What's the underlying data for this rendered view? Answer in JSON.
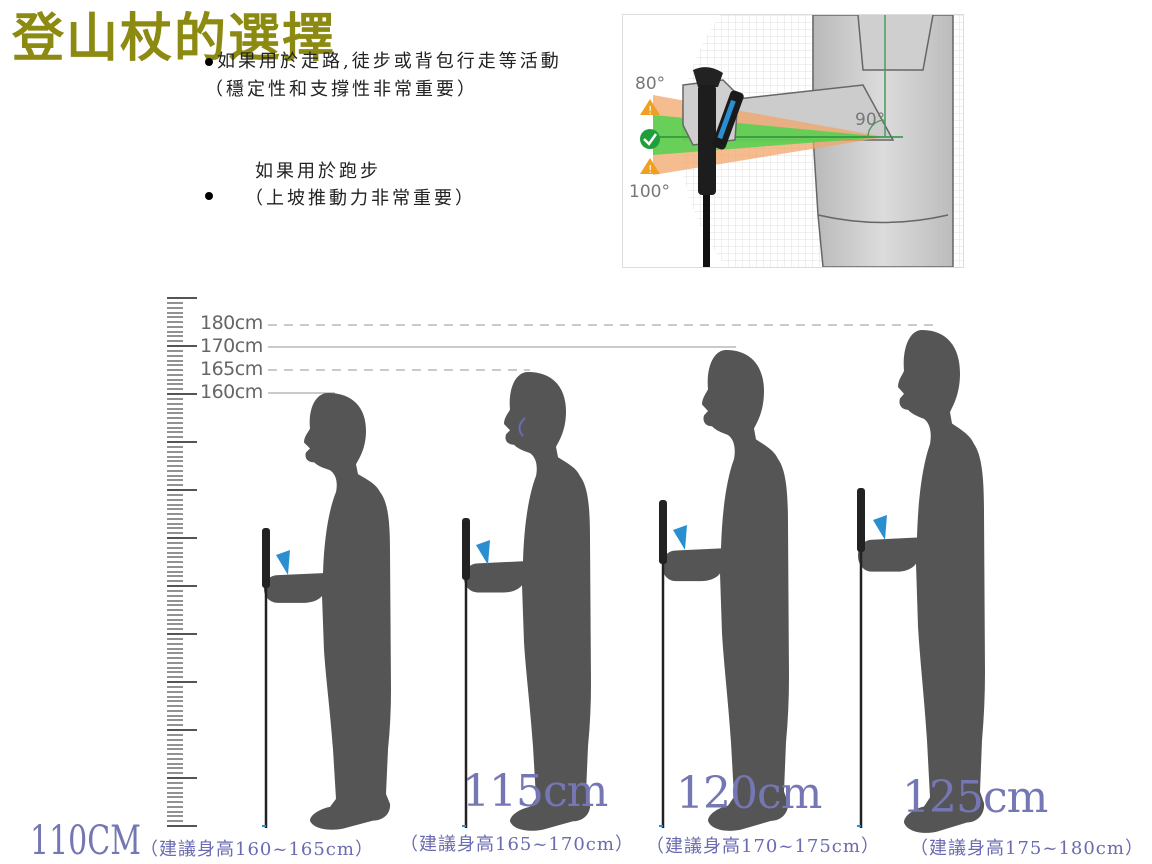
{
  "title": "登山杖的選擇",
  "bullets": [
    {
      "line1": "如果用於走路,徒步或背包行走等活動",
      "line2": "（穩定性和支撐性非常重要）"
    },
    {
      "line1": "如果用於跑步",
      "line2": "（上坡推動力非常重要）"
    }
  ],
  "inset_diagram": {
    "angle_top": "80°",
    "angle_bottom": "100°",
    "angle_elbow": "90°",
    "icons": [
      "warning-icon",
      "check-icon",
      "warning-icon"
    ],
    "colors": {
      "warning": "#f0a020",
      "ok": "#2fbf3f",
      "orange_band": "#f2a66a",
      "green_band": "#4fd24f"
    }
  },
  "ruler": {
    "labels": [
      "180cm",
      "170cm",
      "165cm",
      "160cm"
    ]
  },
  "figures": [
    {
      "pole_length": "110CM",
      "recommended": "（建議身高160~165cm）"
    },
    {
      "pole_length": "115cm",
      "recommended": "（建議身高165~170cm）"
    },
    {
      "pole_length": "120cm",
      "recommended": "（建議身高170~175cm）"
    },
    {
      "pole_length": "125cm",
      "recommended": "（建議身高175~180cm）"
    }
  ],
  "colors": {
    "title": "#8c8a10",
    "label": "#7576b4",
    "silhouette": "#555555",
    "pole_accent": "#2a8fd0"
  }
}
